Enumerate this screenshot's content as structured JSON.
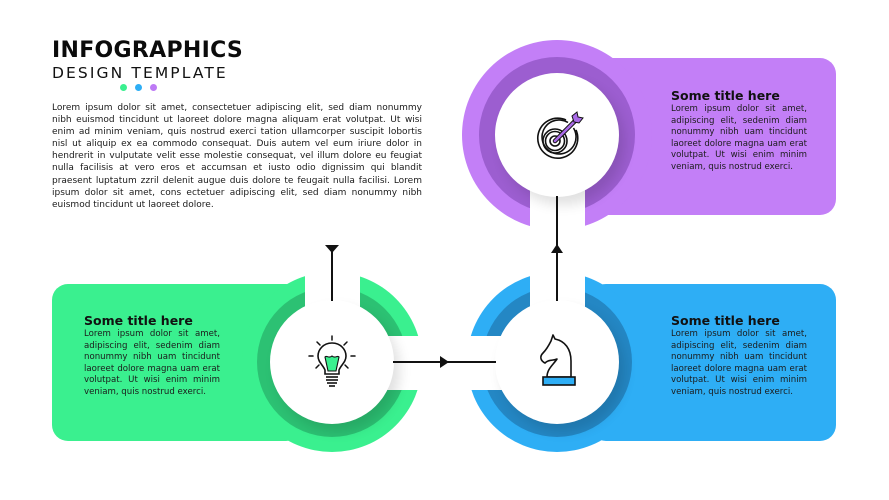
{
  "header": {
    "title": "INFOGRAPHICS",
    "subtitle": "DESIGN TEMPLATE",
    "dots": [
      "#3af08f",
      "#2eaef5",
      "#bd7af5"
    ]
  },
  "intro_text": "Lorem ipsum dolor sit amet, consectetuer adipiscing elit, sed diam nonummy nibh euismod tincidunt ut laoreet dolore magna aliquam erat volutpat. Ut wisi enim ad minim veniam, quis nostrud exerci tation ullamcorper suscipit lobortis nisl ut aliquip ex ea commodo consequat. Duis autem vel eum iriure dolor in hendrerit in vulputate velit esse molestie consequat, vel illum dolore eu feugiat nulla facilisis at vero eros et accumsan et iusto odio dignissim qui blandit praesent luptatum zzril delenit augue duis dolore te feugait nulla facilisi. Lorem ipsum dolor sit amet, cons ectetuer adipiscing elit, sed diam nonummy nibh euismod tincidunt ut laoreet dolore.",
  "steps": [
    {
      "id": "step-1",
      "icon": "lightbulb-icon",
      "color": "#3af08f",
      "dark": "#2cc173",
      "title": "Some title here",
      "body": "Lorem ipsum dolor sit amet, adipiscing elit, sedenim diam nonummy nibh uam tincidunt laoreet dolore magna uam erat volutpat. Ut wisi enim minim veniam, quis nostrud exerci."
    },
    {
      "id": "step-2",
      "icon": "chess-knight-icon",
      "color": "#2eaef5",
      "dark": "#2487c4",
      "title": "Some title here",
      "body": "Lorem ipsum dolor sit amet, adipiscing elit, sedenim diam nonummy nibh uam tincidunt laoreet dolore magna uam erat volutpat. Ut wisi enim minim veniam, quis nostrud exerci."
    },
    {
      "id": "step-3",
      "icon": "target-arrow-icon",
      "color": "#c37ff7",
      "dark": "#9c5ed0",
      "title": "Some title here",
      "body": "Lorem ipsum dolor sit amet, adipiscing elit, sedenim diam nonummy nibh uam tincidunt laoreet dolore magna uam erat volutpat. Ut wisi enim minim veniam, quis nostrud exerci."
    }
  ]
}
